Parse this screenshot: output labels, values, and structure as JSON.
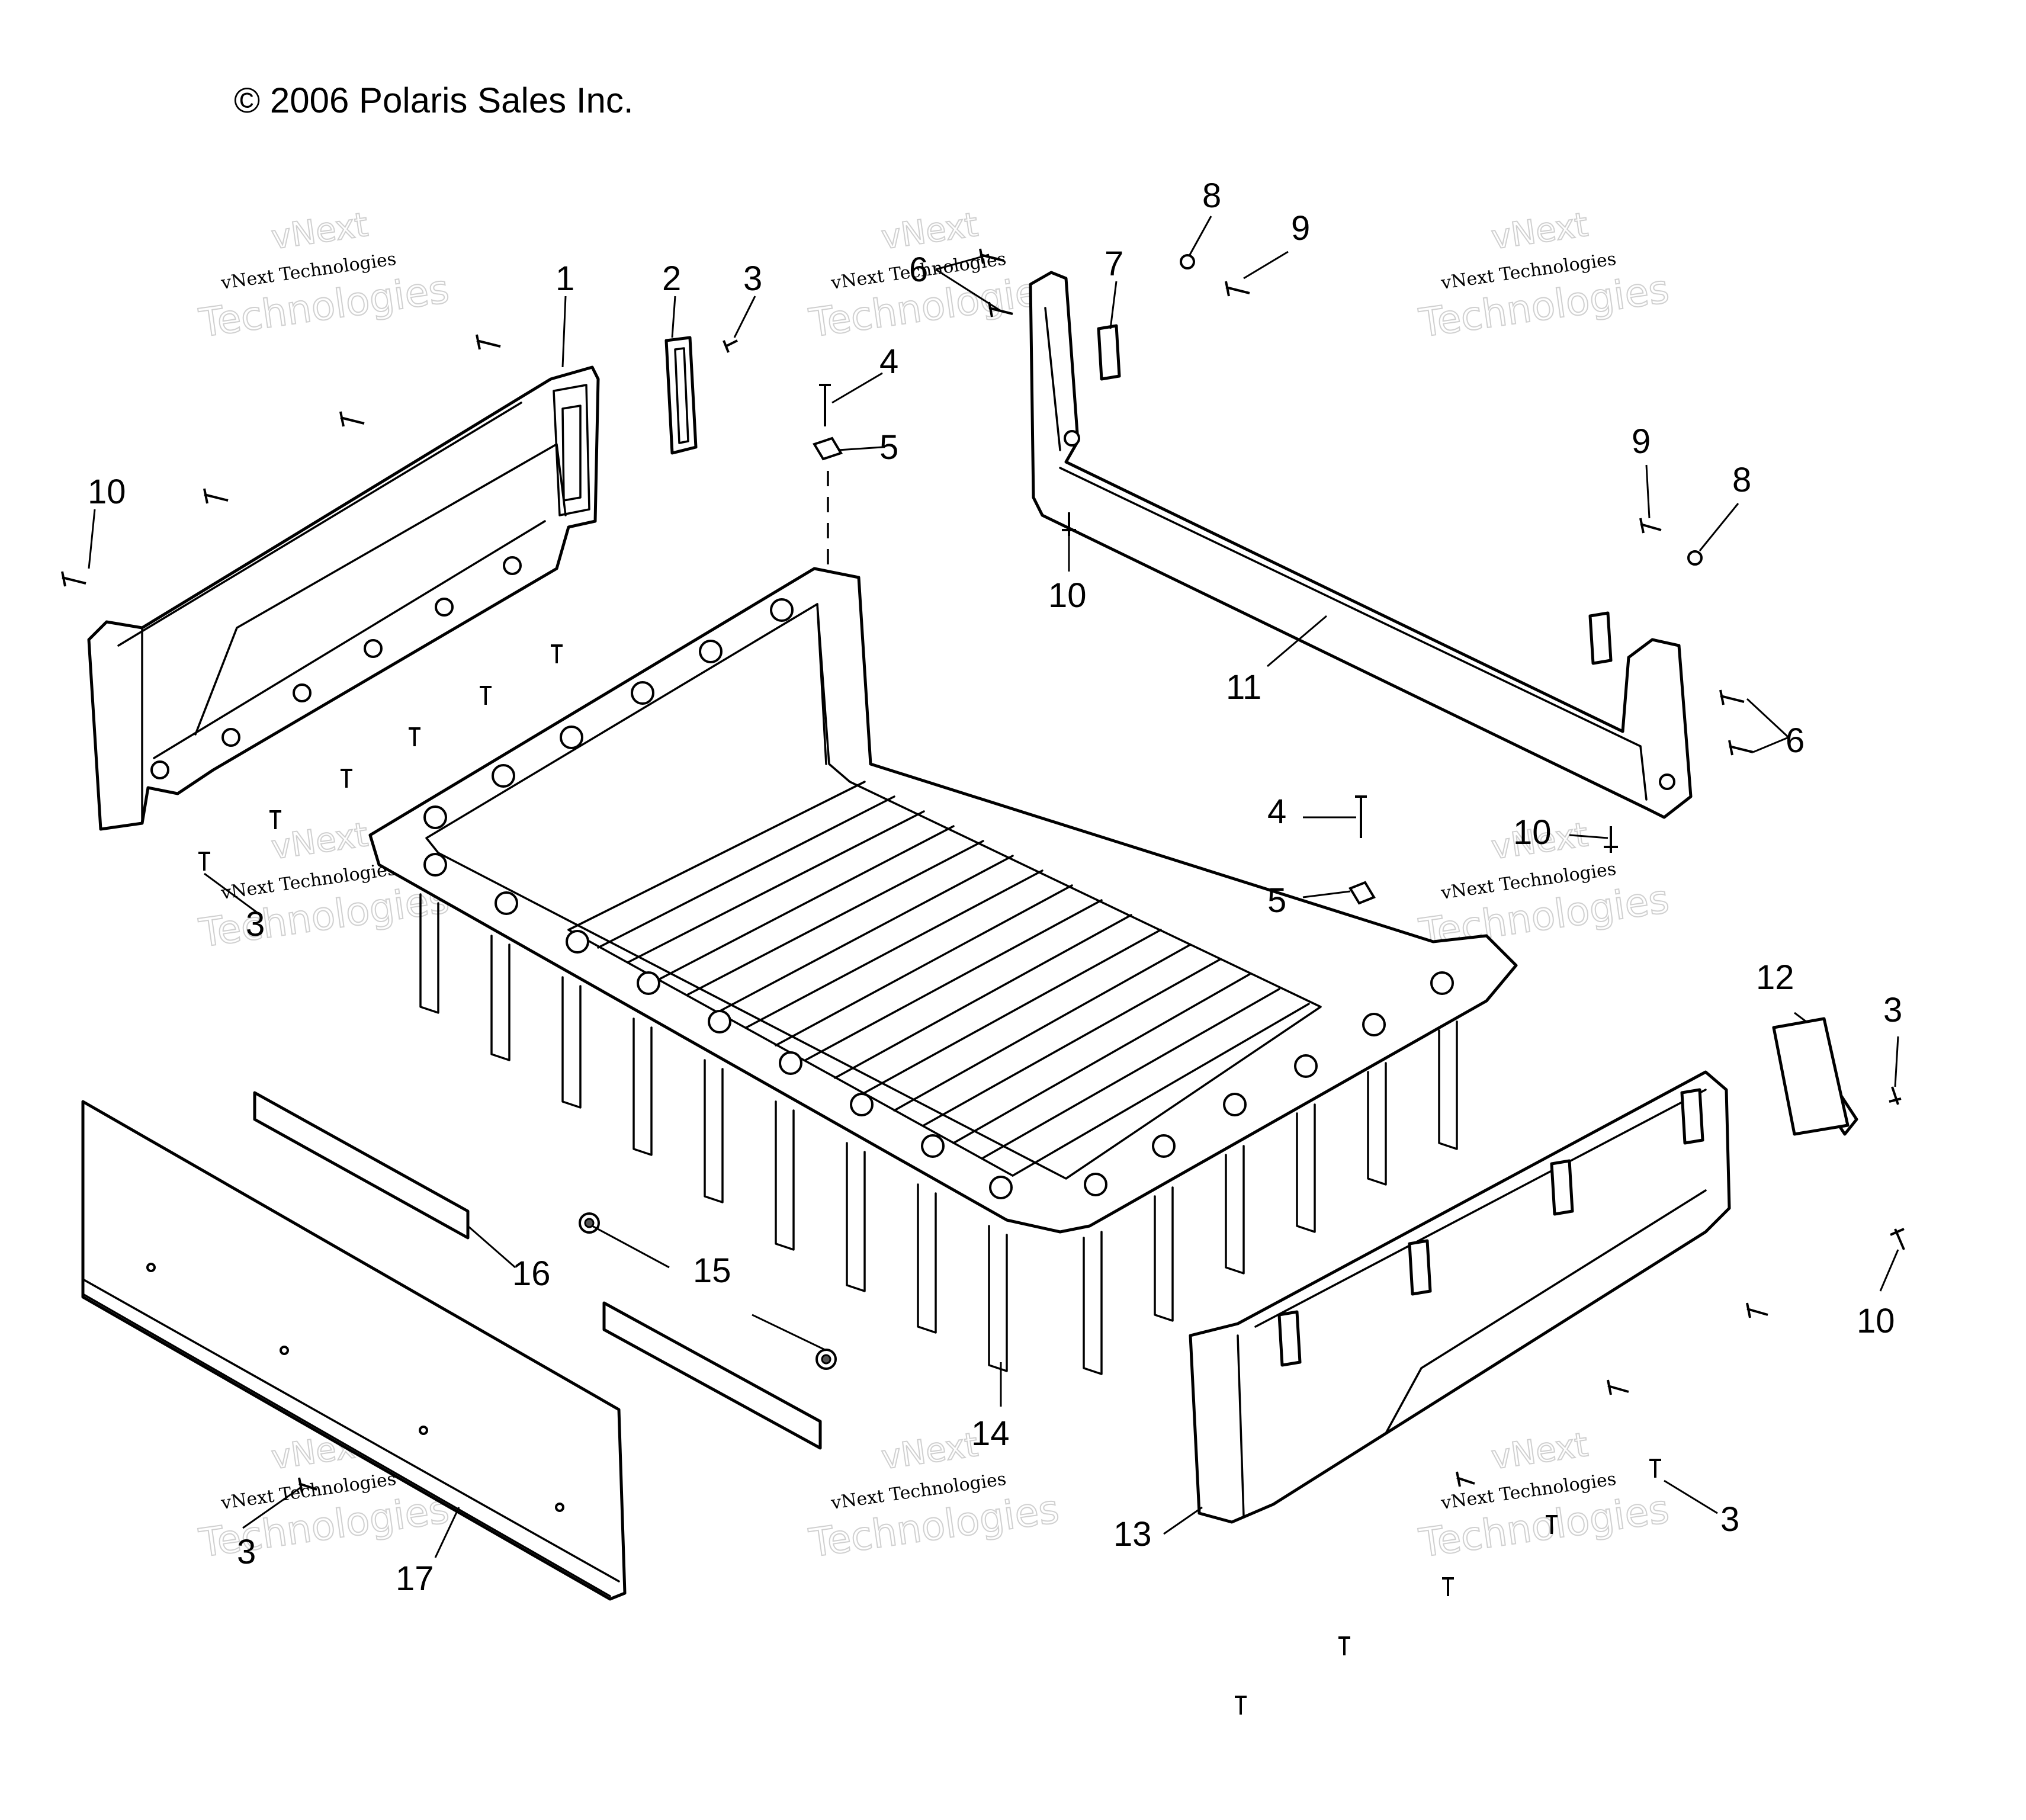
{
  "copyright": "© 2006 Polaris Sales Inc.",
  "watermark": {
    "line0": "vNext",
    "line1": "vNext Technologies",
    "line2": "Technologies"
  },
  "callouts": {
    "c1": "1",
    "c2": "2",
    "c3a": "3",
    "c3b": "3",
    "c3c": "3",
    "c3d": "3",
    "c3e": "3",
    "c4a": "4",
    "c4b": "4",
    "c5a": "5",
    "c5b": "5",
    "c6a": "6",
    "c6b": "6",
    "c7": "7",
    "c8a": "8",
    "c8b": "8",
    "c9a": "9",
    "c9b": "9",
    "c10a": "10",
    "c10b": "10",
    "c10c": "10",
    "c10d": "10",
    "c11": "11",
    "c12": "12",
    "c13": "13",
    "c14": "14",
    "c15": "15",
    "c16": "16",
    "c17": "17"
  }
}
